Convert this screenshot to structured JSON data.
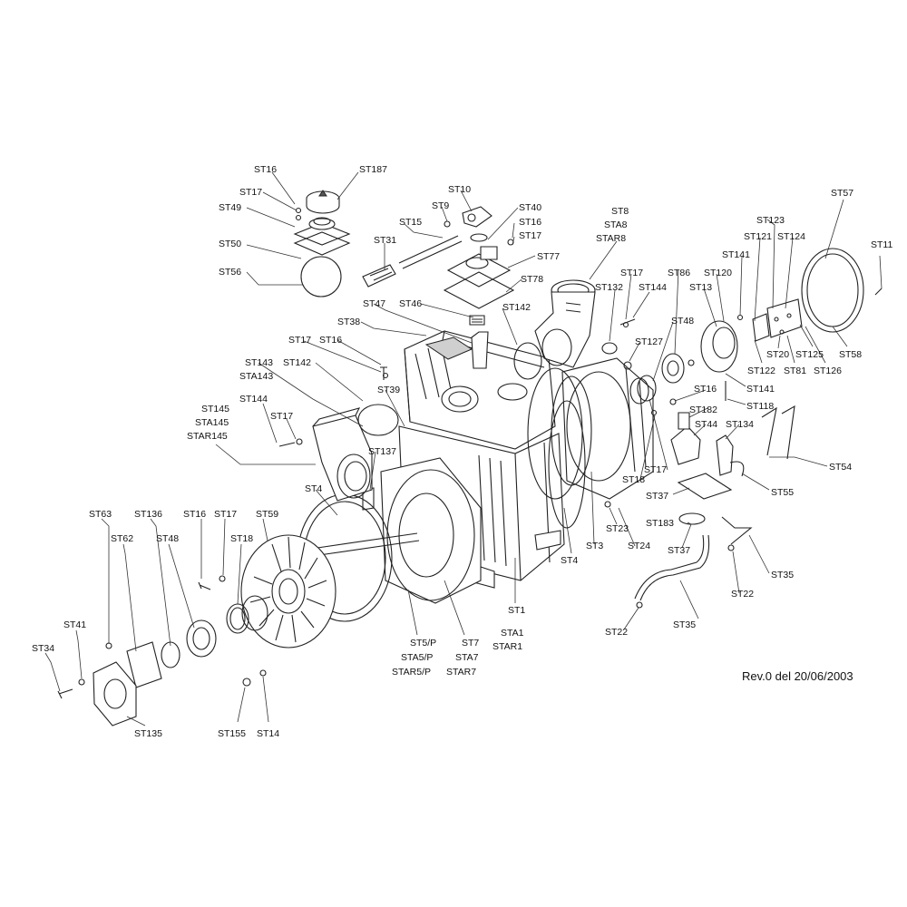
{
  "labels": [
    {
      "id": "ST16a",
      "text": "ST16"
    },
    {
      "id": "ST187",
      "text": "ST187"
    },
    {
      "id": "ST17a",
      "text": "ST17"
    },
    {
      "id": "ST49",
      "text": "ST49"
    },
    {
      "id": "ST50",
      "text": "ST50"
    },
    {
      "id": "ST56",
      "text": "ST56"
    },
    {
      "id": "ST10",
      "text": "ST10"
    },
    {
      "id": "ST9",
      "text": "ST9"
    },
    {
      "id": "ST15",
      "text": "ST15"
    },
    {
      "id": "ST31",
      "text": "ST31"
    },
    {
      "id": "ST40",
      "text": "ST40"
    },
    {
      "id": "ST16b",
      "text": "ST16"
    },
    {
      "id": "ST17b",
      "text": "ST17"
    },
    {
      "id": "ST77",
      "text": "ST77"
    },
    {
      "id": "ST78",
      "text": "ST78"
    },
    {
      "id": "ST8",
      "text": "ST8"
    },
    {
      "id": "STA8",
      "text": "STA8"
    },
    {
      "id": "STAR8",
      "text": "STAR8"
    },
    {
      "id": "ST47",
      "text": "ST47"
    },
    {
      "id": "ST46",
      "text": "ST46"
    },
    {
      "id": "ST38",
      "text": "ST38"
    },
    {
      "id": "ST142a",
      "text": "ST142"
    },
    {
      "id": "ST132",
      "text": "ST132"
    },
    {
      "id": "ST17c",
      "text": "ST17"
    },
    {
      "id": "ST144a",
      "text": "ST144"
    },
    {
      "id": "ST86",
      "text": "ST86"
    },
    {
      "id": "ST48a",
      "text": "ST48"
    },
    {
      "id": "ST127",
      "text": "ST127"
    },
    {
      "id": "ST17d",
      "text": "ST17"
    },
    {
      "id": "ST16c",
      "text": "ST16"
    },
    {
      "id": "ST143",
      "text": "ST143"
    },
    {
      "id": "STA143",
      "text": "STA143"
    },
    {
      "id": "ST142b",
      "text": "ST142"
    },
    {
      "id": "ST39",
      "text": "ST39"
    },
    {
      "id": "ST144b",
      "text": "ST144"
    },
    {
      "id": "ST17e",
      "text": "ST17"
    },
    {
      "id": "ST145",
      "text": "ST145"
    },
    {
      "id": "STA145",
      "text": "STA145"
    },
    {
      "id": "STAR145",
      "text": "STAR145"
    },
    {
      "id": "ST137",
      "text": "ST137"
    },
    {
      "id": "ST123",
      "text": "ST123"
    },
    {
      "id": "ST121",
      "text": "ST121"
    },
    {
      "id": "ST124",
      "text": "ST124"
    },
    {
      "id": "ST141a",
      "text": "ST141"
    },
    {
      "id": "ST120",
      "text": "ST120"
    },
    {
      "id": "ST13",
      "text": "ST13"
    },
    {
      "id": "ST57",
      "text": "ST57"
    },
    {
      "id": "ST11",
      "text": "ST11"
    },
    {
      "id": "ST20",
      "text": "ST20"
    },
    {
      "id": "ST125",
      "text": "ST125"
    },
    {
      "id": "ST58",
      "text": "ST58"
    },
    {
      "id": "ST122",
      "text": "ST122"
    },
    {
      "id": "ST81",
      "text": "ST81"
    },
    {
      "id": "ST126",
      "text": "ST126"
    },
    {
      "id": "ST141b",
      "text": "ST141"
    },
    {
      "id": "ST16d",
      "text": "ST16"
    },
    {
      "id": "ST118",
      "text": "ST118"
    },
    {
      "id": "ST182",
      "text": "ST182"
    },
    {
      "id": "ST44",
      "text": "ST44"
    },
    {
      "id": "ST134",
      "text": "ST134"
    },
    {
      "id": "ST54",
      "text": "ST54"
    },
    {
      "id": "ST17f",
      "text": "ST17"
    },
    {
      "id": "ST18a",
      "text": "ST18"
    },
    {
      "id": "ST55",
      "text": "ST55"
    },
    {
      "id": "ST37a",
      "text": "ST37"
    },
    {
      "id": "ST183",
      "text": "ST183"
    },
    {
      "id": "ST37b",
      "text": "ST37"
    },
    {
      "id": "ST35a",
      "text": "ST35"
    },
    {
      "id": "ST22a",
      "text": "ST22"
    },
    {
      "id": "ST23",
      "text": "ST23"
    },
    {
      "id": "ST24",
      "text": "ST24"
    },
    {
      "id": "ST3",
      "text": "ST3"
    },
    {
      "id": "ST4a",
      "text": "ST4"
    },
    {
      "id": "ST4b",
      "text": "ST4"
    },
    {
      "id": "ST63",
      "text": "ST63"
    },
    {
      "id": "ST136",
      "text": "ST136"
    },
    {
      "id": "ST16e",
      "text": "ST16"
    },
    {
      "id": "ST17g",
      "text": "ST17"
    },
    {
      "id": "ST59",
      "text": "ST59"
    },
    {
      "id": "ST62",
      "text": "ST62"
    },
    {
      "id": "ST48b",
      "text": "ST48"
    },
    {
      "id": "ST18b",
      "text": "ST18"
    },
    {
      "id": "ST41",
      "text": "ST41"
    },
    {
      "id": "ST34",
      "text": "ST34"
    },
    {
      "id": "ST135",
      "text": "ST135"
    },
    {
      "id": "ST155",
      "text": "ST155"
    },
    {
      "id": "ST14",
      "text": "ST14"
    },
    {
      "id": "ST5P",
      "text": "ST5/P"
    },
    {
      "id": "STA5P",
      "text": "STA5/P"
    },
    {
      "id": "STAR5P",
      "text": "STAR5/P"
    },
    {
      "id": "ST7",
      "text": "ST7"
    },
    {
      "id": "STA7",
      "text": "STA7"
    },
    {
      "id": "STAR7",
      "text": "STAR7"
    },
    {
      "id": "ST1",
      "text": "ST1"
    },
    {
      "id": "STA1",
      "text": "STA1"
    },
    {
      "id": "STAR1",
      "text": "STAR1"
    },
    {
      "id": "ST35b",
      "text": "ST35"
    },
    {
      "id": "ST22b",
      "text": "ST22"
    }
  ],
  "revision": "Rev.0 del 20/06/2003"
}
